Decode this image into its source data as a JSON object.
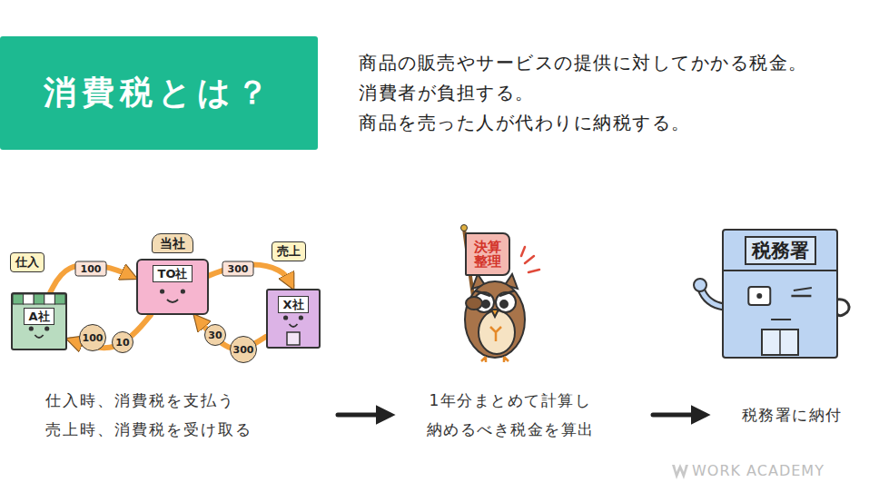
{
  "diagram": {
    "title": "消費税とは？",
    "nodes": [
      {
        "text": [
          "A社"
        ]
      },
      {
        "text": [
          "当社",
          "TO社"
        ]
      },
      {
        "text": [
          "X社"
        ]
      },
      {
        "text": [
          "決算整理"
        ]
      },
      {
        "text": [
          "税務署"
        ]
      },
      {
        "text": [
          "仕入時、消費税を支払う 売上時、消費税を受け取る"
        ]
      },
      {
        "text": [
          "1年分まとめて計算し 納めるべき税金を算出"
        ]
      },
      {
        "text": [
          "税務署に納付"
        ]
      }
    ],
    "edges": [
      {
        "from": 0,
        "to": 1,
        "arrow": "to",
        "label": "100"
      },
      {
        "from": 1,
        "to": 0,
        "arrow": "to"
      },
      {
        "from": 1,
        "to": 2,
        "arrow": "to",
        "label": "300"
      },
      {
        "from": 2,
        "to": 1,
        "arrow": "to"
      },
      {
        "from": 5,
        "to": 6,
        "arrow": "to"
      },
      {
        "from": 6,
        "to": 7,
        "arrow": "to"
      }
    ],
    "labels": [
      "商品の販売やサービスの提供に対してかかる税金。",
      "消費者が負担する。",
      "商品を売った人が代わりに納税する。",
      "仕入",
      "売上",
      "100",
      "10",
      "300",
      "30",
      "WORK ACADEMY"
    ]
  }
}
